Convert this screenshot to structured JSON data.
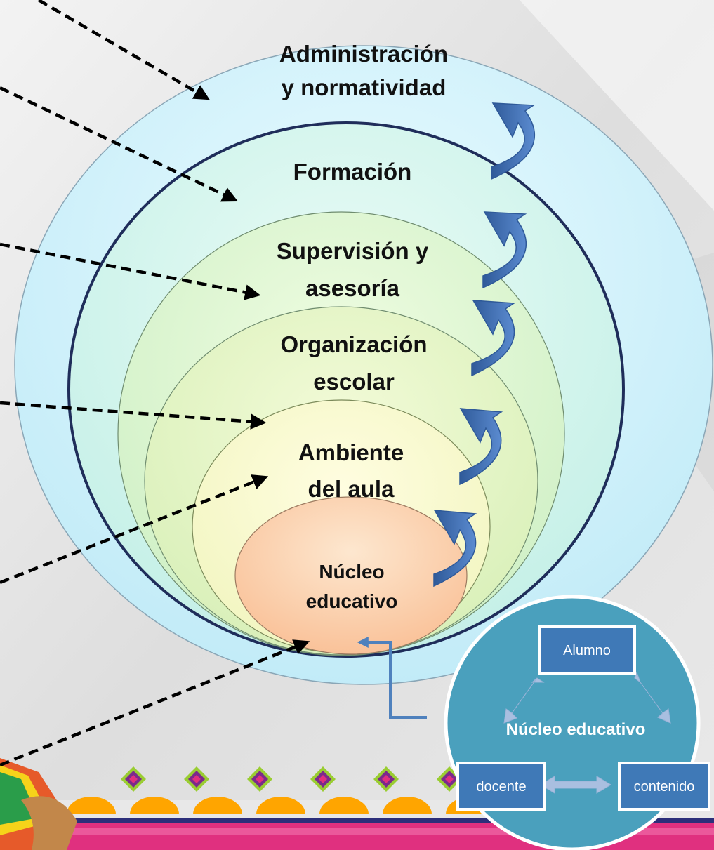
{
  "diagram": {
    "levels": [
      {
        "id": "admin",
        "lines": [
          "Administración",
          "y normatividad"
        ]
      },
      {
        "id": "formacion",
        "lines": [
          "Formación"
        ]
      },
      {
        "id": "supervision",
        "lines": [
          "Supervisión y",
          "asesoría"
        ]
      },
      {
        "id": "organizacion",
        "lines": [
          "Organización",
          "escolar"
        ]
      },
      {
        "id": "ambiente",
        "lines": [
          "Ambiente",
          "del aula"
        ]
      },
      {
        "id": "nucleo",
        "lines": [
          "Núcleo",
          "educativo"
        ]
      }
    ],
    "core_detail": {
      "title": "Núcleo educativo",
      "nodes": {
        "top": "Alumno",
        "left": "docente",
        "right": "contenido"
      }
    }
  },
  "colors": {
    "outer_fill": "#c9effa",
    "core_fill": "#fbc8a0",
    "curved_arrow": "#3f6eb3",
    "core_circle": "#4aa0bd",
    "node_fill": "#3f79b7"
  }
}
